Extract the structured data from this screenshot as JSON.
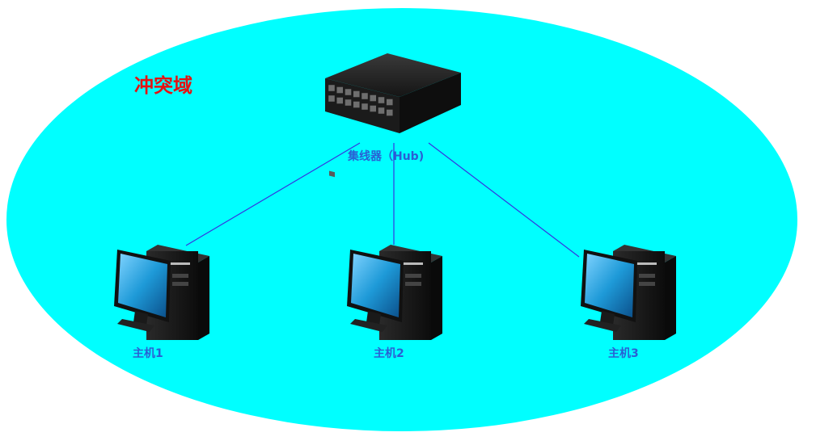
{
  "diagram": {
    "title": "冲突域",
    "hub_label": "集线器（Hub)",
    "hosts": [
      {
        "label": "主机1"
      },
      {
        "label": "主机2"
      },
      {
        "label": "主机3"
      }
    ]
  },
  "colors": {
    "domain_fill": "#00ffff",
    "link": "#3535e0",
    "title_text": "#e51212",
    "label_text": "#2a5fd4",
    "hub_body": "#1a1a1a",
    "monitor_screen": "#1e9ad8"
  }
}
